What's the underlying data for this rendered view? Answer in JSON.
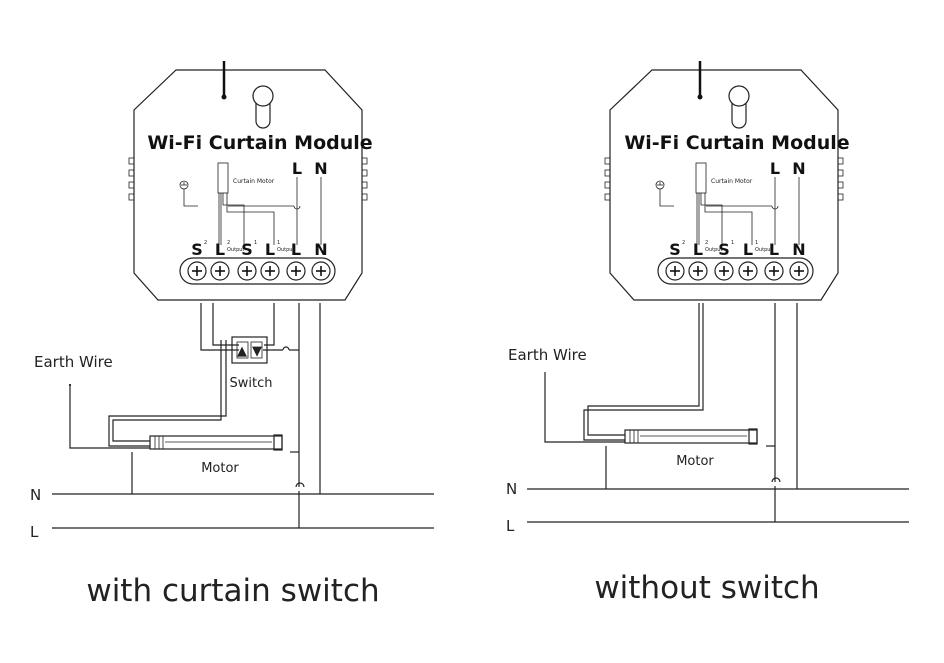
{
  "panels": [
    {
      "module_title": "Wi-Fi Curtain Module",
      "top_L": "L",
      "top_N": "N",
      "curtain_motor_label": "Curtain Motor",
      "terminals": [
        {
          "main": "S",
          "sup": "2",
          "sub": ""
        },
        {
          "main": "L",
          "sup": "2",
          "sub": "Output"
        },
        {
          "main": "S",
          "sup": "1",
          "sub": ""
        },
        {
          "main": "L",
          "sup": "1",
          "sub": "Output"
        },
        {
          "main": "L",
          "sup": "",
          "sub": ""
        },
        {
          "main": "N",
          "sup": "",
          "sub": ""
        }
      ],
      "earth_wire": "Earth Wire",
      "switch_label": "Switch",
      "switch_up": "▲",
      "switch_down": "▼",
      "motor_label": "Motor",
      "line_N": "N",
      "line_L": "L",
      "caption": "with curtain switch"
    },
    {
      "module_title": "Wi-Fi Curtain Module",
      "top_L": "L",
      "top_N": "N",
      "curtain_motor_label": "Curtain Motor",
      "terminals": [
        {
          "main": "S",
          "sup": "2",
          "sub": ""
        },
        {
          "main": "L",
          "sup": "2",
          "sub": "Output"
        },
        {
          "main": "S",
          "sup": "1",
          "sub": ""
        },
        {
          "main": "L",
          "sup": "1",
          "sub": "Output"
        },
        {
          "main": "L",
          "sup": "",
          "sub": ""
        },
        {
          "main": "N",
          "sup": "",
          "sub": ""
        }
      ],
      "earth_wire": "Earth Wire",
      "motor_label": "Motor",
      "line_N": "N",
      "line_L": "L",
      "caption": "without switch"
    }
  ]
}
